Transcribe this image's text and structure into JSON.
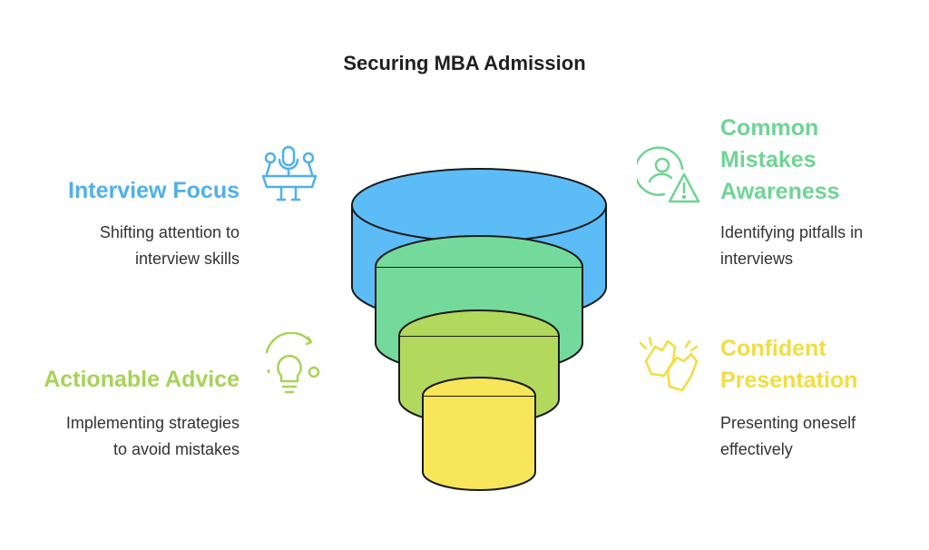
{
  "title": "Securing MBA Admission",
  "colors": {
    "blue": "#5cbcf6",
    "green": "#74da9b",
    "lime": "#b2d85e",
    "yellow": "#f8e65a",
    "outline": "#1a1a1a",
    "blue_text": "#4fb0ee",
    "green_text": "#6fd494",
    "lime_text": "#a8d357",
    "yellow_text": "#f3dd3f"
  },
  "items": {
    "interview_focus": {
      "heading": "Interview Focus",
      "desc_lines": [
        "Shifting attention to",
        "interview skills"
      ],
      "icon": "podium-microphone-icon"
    },
    "common_mistakes": {
      "heading_lines": [
        "Common",
        "Mistakes",
        "Awareness"
      ],
      "desc_lines": [
        "Identifying pitfalls in",
        "interviews"
      ],
      "icon": "user-warning-icon"
    },
    "actionable_advice": {
      "heading": "Actionable Advice",
      "desc_lines": [
        "Implementing strategies",
        "to avoid mistakes"
      ],
      "icon": "lightbulb-icon"
    },
    "confident_presentation": {
      "heading_lines": [
        "Confident",
        "Presentation"
      ],
      "desc_lines": [
        "Presenting oneself",
        "effectively"
      ],
      "icon": "hands-clapping-icon"
    }
  }
}
